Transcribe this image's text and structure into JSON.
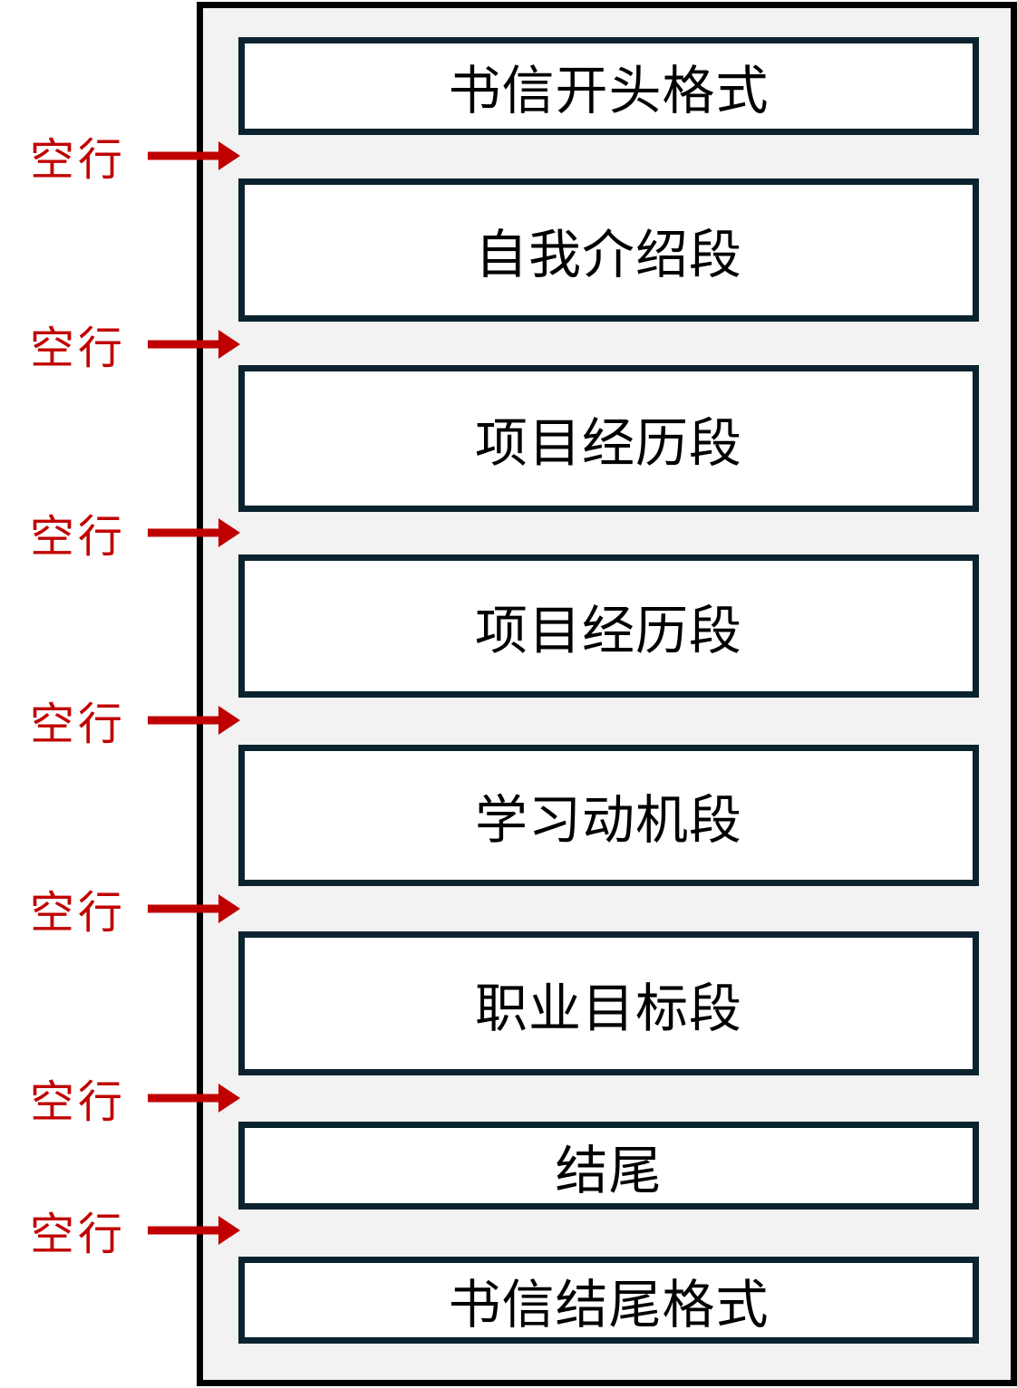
{
  "diagram": {
    "title_semantic": "letter-structure-diagram",
    "gap_label": "空行",
    "boxes": [
      {
        "label": "书信开头格式"
      },
      {
        "label": "自我介绍段"
      },
      {
        "label": "项目经历段"
      },
      {
        "label": "项目经历段"
      },
      {
        "label": "学习动机段"
      },
      {
        "label": "职业目标段"
      },
      {
        "label": "结尾"
      },
      {
        "label": "书信结尾格式"
      }
    ],
    "colors": {
      "box_border": "#0a232e",
      "outer_border": "#000000",
      "container_bg": "#f2f2f2",
      "box_bg": "#ffffff",
      "annotation_red": "#c00000",
      "text": "#000000"
    }
  }
}
